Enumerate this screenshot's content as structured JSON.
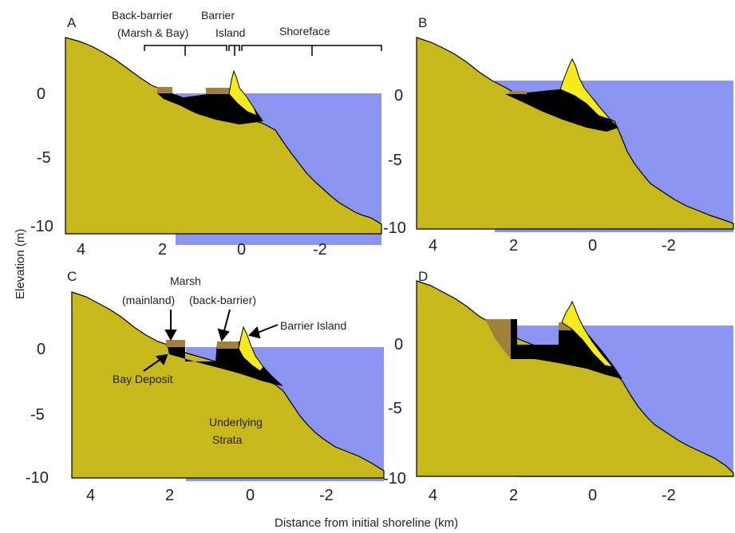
{
  "figure": {
    "ylabel": "Elevation (m)",
    "xlabel": "Distance from initial shoreline (km)",
    "panels": [
      {
        "id": "A",
        "yticks": [
          "0",
          "-5",
          "-10"
        ],
        "xticks": [
          "4",
          "2",
          "0",
          "-2"
        ]
      },
      {
        "id": "B",
        "yticks": [
          "0",
          "-5",
          "-10"
        ],
        "xticks": [
          "4",
          "2",
          "0",
          "-2"
        ]
      },
      {
        "id": "C",
        "yticks": [
          "0",
          "-5",
          "-10"
        ],
        "xticks": [
          "4",
          "2",
          "0",
          "-2"
        ]
      },
      {
        "id": "D",
        "yticks": [
          "0",
          "-5",
          "-10"
        ],
        "xticks": [
          "4",
          "2",
          "0",
          "-2"
        ]
      }
    ],
    "annotations_A": {
      "back_barrier_1": "Back-barrier",
      "back_barrier_2": "(Marsh & Bay)",
      "barrier_1": "Barrier",
      "barrier_2": "Island",
      "shoreface": "Shoreface"
    },
    "annotations_C": {
      "marsh": "Marsh",
      "mainland": "(mainland)",
      "back_barrier": "(back-barrier)",
      "barrier_island": "Barrier Island",
      "bay_deposit": "Bay Deposit",
      "underlying_1": "Underlying",
      "underlying_2": "Strata"
    },
    "colors": {
      "strata": "#c7b81c",
      "water": "#8c94f2",
      "bay_deposit": "#000000",
      "marsh": "#a0803a",
      "barrier_sand": "#f5ea1c",
      "profile_line": "#000000"
    }
  }
}
